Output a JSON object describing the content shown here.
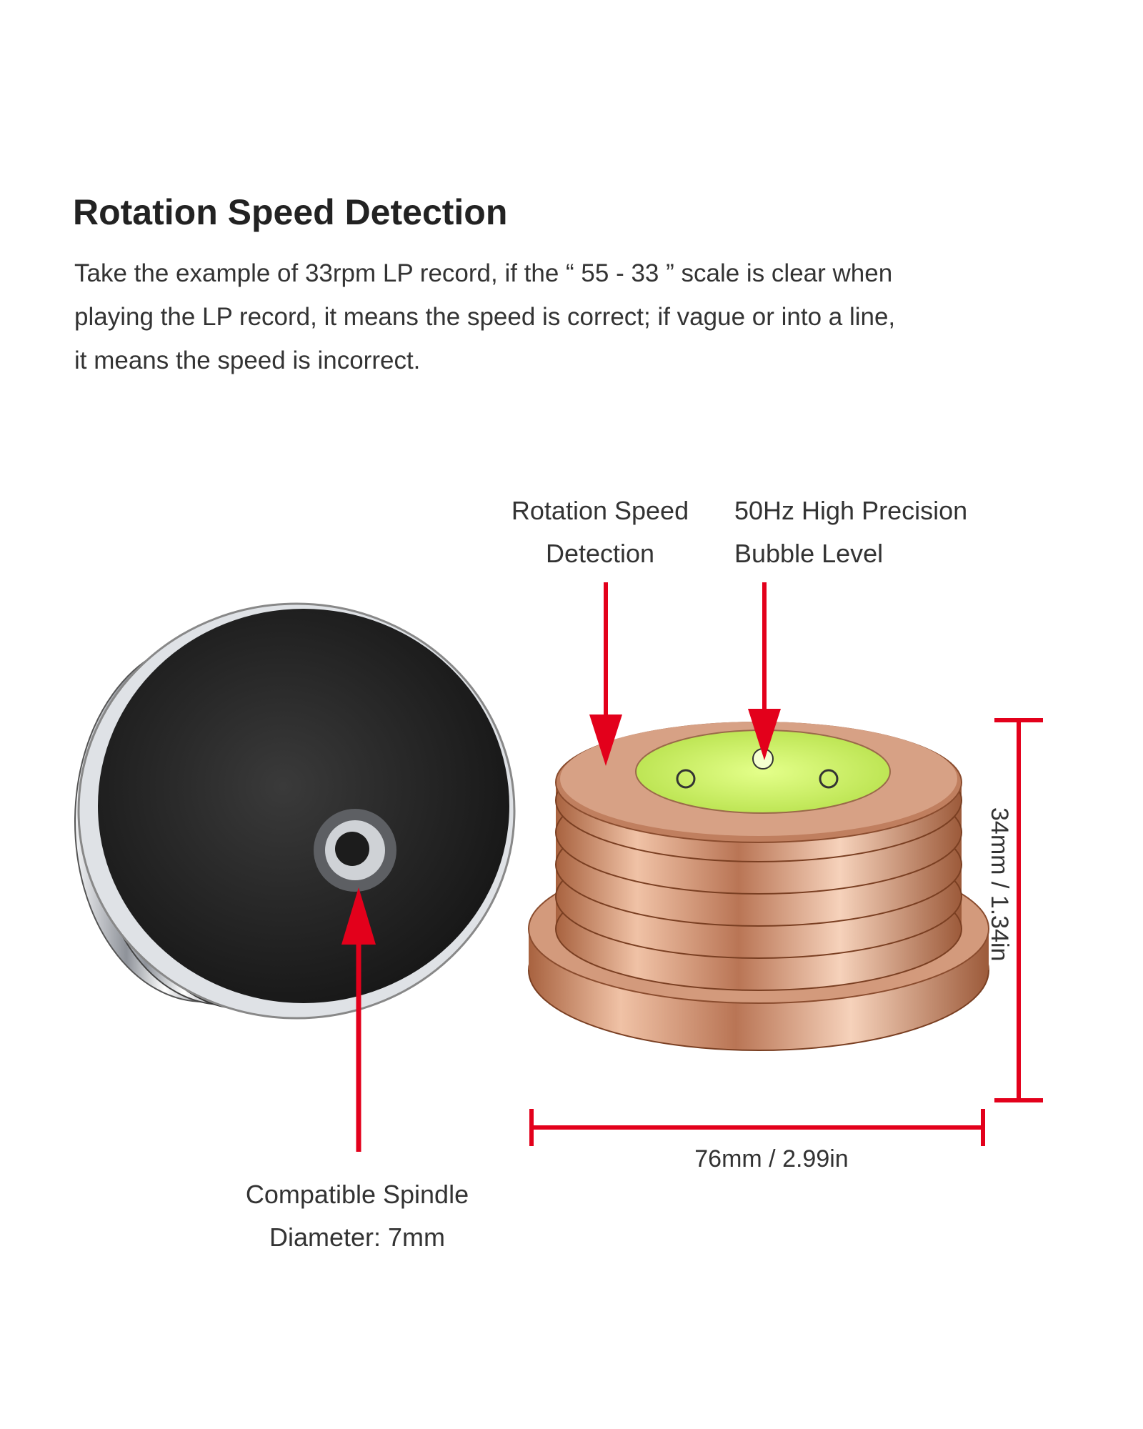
{
  "heading": "Rotation Speed Detection",
  "description_lines": [
    "Take the example of 33rpm LP record, if the “ 55 - 33 ” scale is clear when",
    "playing the LP record, it means the speed is correct; if vague or into a line,",
    "it means the speed is incorrect."
  ],
  "callouts": {
    "speed_detection": [
      "Rotation Speed",
      "Detection"
    ],
    "bubble_level": [
      "50Hz High Precision",
      "Bubble Level"
    ],
    "spindle": [
      "Compatible Spindle",
      "Diameter: 7mm"
    ]
  },
  "dimensions": {
    "height": "34mm / 1.34in",
    "width": "76mm / 2.99in"
  },
  "colors": {
    "arrow": "#e3001b",
    "silver": "#c9ccd0",
    "rose_gold": "#c98a6c",
    "bubble": "#c8ee5a"
  }
}
